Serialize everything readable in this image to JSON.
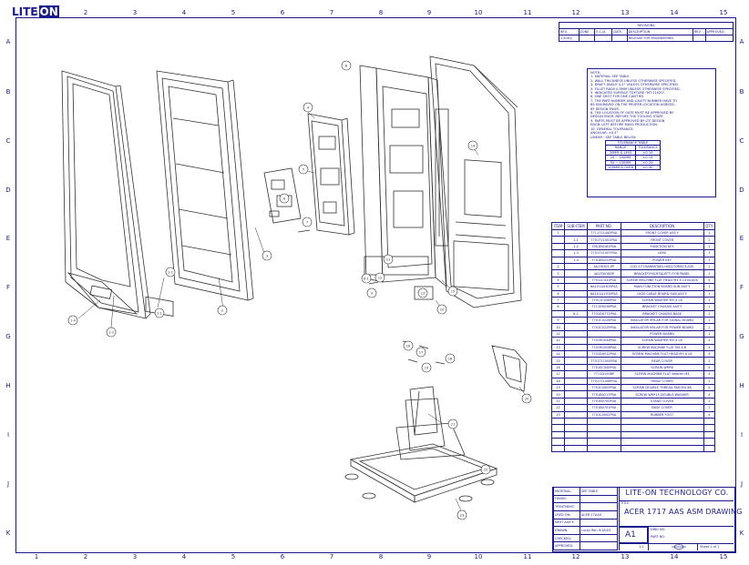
{
  "logo": {
    "text_a": "LITE",
    "text_b": "ON"
  },
  "grid": {
    "columns": [
      "1",
      "2",
      "3",
      "4",
      "5",
      "6",
      "7",
      "8",
      "9",
      "10",
      "11",
      "12",
      "13",
      "14",
      "15"
    ],
    "rows": [
      "A",
      "B",
      "C",
      "D",
      "E",
      "F",
      "G",
      "H",
      "I",
      "J",
      "K"
    ]
  },
  "revisions": {
    "heading": "REVISIONS",
    "headers": [
      "REV.",
      "ZONE",
      "E.C.N.",
      "DATE",
      "DESCRIPTION",
      "REV",
      "APPROVED"
    ],
    "row": [
      "",
      "",
      "",
      "",
      "RELEASE FOR ENGINEERING",
      "",
      ""
    ],
    "first_cell": "1 Entry"
  },
  "notes": {
    "lines": [
      "NOTE:",
      "1. MATERIAL SEE TABLE.",
      "2. WALL THICKNESS UNLESS OTHERWISE SPECIFIED.",
      "3. DRAFT ANGLE 0.5° UNLESS OTHERWISE SPECIFIED.",
      "4. FILLET RADII 0.5MM UNLESS OTHERWISE SPECIFIED.",
      "5. INDICATED SURFACE TEXTURE \"MT-11020\".",
      "6. ONE SHOT FOR ONE CAVITIES.",
      "7. THE PART NUMBER AND CAVITY NUMBER HAVE TO",
      "   BE ENGRAVED ON THE PROPER LOCATION AGREED.",
      "   BY DESIGN ENGR.",
      "8. THE LOCATION OF GATE MUST BE APPROVED BY",
      "   DESIGN ENGR. BEFORE THE TOOLING START.",
      "9. PARTS MUST BE APPROVED BY LTC DESIGN",
      "   ENGR. LEFT BEFORE MASS PRODUCTION.",
      "10. GENERAL TOLERANCE:",
      "   ANGULAR: ±0.5°",
      "   LINEAR : SEE TABLE BELOW"
    ],
    "tolerance": {
      "title": "TOLERANCE TABLE",
      "headers": [
        "RANGE",
        "TOLERANCE"
      ],
      "rows": [
        [
          "20MM & LESS",
          "±0.10"
        ],
        [
          "20 ~ 100MM",
          "±0.15"
        ],
        [
          "50 ~ 100MM",
          "±0.20"
        ],
        [
          "100MM & OVER",
          "±0.30"
        ]
      ]
    }
  },
  "parts": {
    "headers": [
      "ITEM",
      "SUB-ITEM",
      "PART NO.",
      "DESCRIPTION",
      "QTY"
    ],
    "rows": [
      [
        "1",
        "",
        "7711711400P0A",
        "FRONT COVER ASS'Y",
        "1"
      ],
      [
        "",
        "1.1",
        "7701711001P0A",
        "FRONT COVER",
        "1"
      ],
      [
        "",
        "1.2",
        "7901B0161P0A",
        "FUNCTION KEY",
        "1"
      ],
      [
        "",
        "1.3",
        "7701711007P0A",
        "LENS",
        "1"
      ],
      [
        "",
        "1.4",
        "7701B0223P0A",
        "POWER KEY",
        "1"
      ],
      [
        "2",
        "",
        "4A.H0301.0P",
        "LCD 17\"(HANNSTAR)-HSD170ME13-A00",
        "1"
      ],
      [
        "3",
        "",
        "4A1F00180P",
        "BRACKET(RIGHT&LEFT) FOR PANEL",
        "1"
      ],
      [
        "4",
        "",
        "77011C02LP0A",
        "SCREW MACHINE FLAT HEAD M3 X L4 BLACK",
        "4"
      ],
      [
        "5",
        "",
        "6A1U1A4300P0A",
        "MAIN FUNCTION BOARD SUB ASS'Y",
        "1"
      ],
      [
        "6",
        "",
        "6A1U1A1700P0A",
        "LVDS CABLE BOARD SUB ASS'Y",
        "1"
      ],
      [
        "7",
        "",
        "77011C05BP0A",
        "SCREW WASHER M3 X L6",
        "1"
      ],
      [
        "8",
        "",
        "7711D0038P0A",
        "BRACKET CHASSIS ASS'Y",
        "1"
      ],
      [
        "",
        "8.1",
        "7701D0771P0A",
        "BRACKET CHASSIS BASE",
        "1"
      ],
      [
        "9",
        "",
        "7701C0228P0A",
        "INSULATOR MYLAR FOR SIGNAL BOARD",
        "1"
      ],
      [
        "10",
        "",
        "7701C0229P0A",
        "INSULATOR MYLAR FOR POWER BOARD",
        "1"
      ],
      [
        "11",
        "",
        "",
        "POWER BOARD",
        "1"
      ],
      [
        "12",
        "",
        "77019G046P0A",
        "SCREW WASHER M3 X L6",
        "2"
      ],
      [
        "13",
        "",
        "77019G008P0A",
        "SCREW MACHINE FLAT M4 X 6",
        "4"
      ],
      [
        "14",
        "",
        "7701D0012P0A",
        "SCREW MACHINE FLAT HEAD M3 X L6",
        "4"
      ],
      [
        "15",
        "",
        "7701711005P0A",
        "REAR COVER",
        "1"
      ],
      [
        "16",
        "",
        "77010C000P0A",
        "SCREW WM*6",
        "4"
      ],
      [
        "17",
        "",
        "7711D1006P",
        "SCREW MACHINE FLAT Washer M4",
        "4"
      ],
      [
        "18",
        "",
        "7701711006P0A",
        "HINGE COVER",
        "1"
      ],
      [
        "19",
        "",
        "7701C0003P0A",
        "SCREW DOUBLE THREAD PAN M4 X8",
        "4"
      ],
      [
        "20",
        "",
        "7701B0217P0A",
        "SCREW WM*15 DOUBLE WASHER",
        "4"
      ],
      [
        "21",
        "",
        "7701B0700P0A",
        "STAND COVER",
        "1"
      ],
      [
        "22",
        "",
        "7701B0701P0A",
        "BASE COVER",
        "1"
      ],
      [
        "23",
        "",
        "7701C0002P0A",
        "RUBBER FOOT",
        "4"
      ]
    ]
  },
  "title_block": {
    "left_rows": [
      [
        "MATERIAL:",
        "SEE TABLE"
      ],
      [
        "FINISH:",
        ""
      ],
      [
        "TREATMENT:",
        ""
      ],
      [
        "USED ON:",
        "ACER 17AAS"
      ],
      [
        "NEXT ASS'Y:",
        ""
      ],
      [
        "DRAWN:",
        "Lucky Ren  9/18/03"
      ],
      [
        "CHECKED:",
        ""
      ],
      [
        "APPROVED:",
        ""
      ]
    ],
    "company": "LITE-ON TECHNOLOGY CO.",
    "title_label": "TITLE",
    "title": "ACER 1717 AAS ASM DRAWING",
    "size": "A1",
    "dwg_no_label": "DWG NO.",
    "part_no_label": "PART NO.",
    "scale": "1:1",
    "sheet": "Sheet 1 of 1"
  },
  "callouts": [
    "1-4",
    "1-3",
    "1-1",
    "1-2",
    "2",
    "3",
    "4",
    "5",
    "6",
    "7",
    "8",
    "8-1",
    "9",
    "10",
    "11",
    "12",
    "13",
    "14",
    "15",
    "16",
    "17",
    "18",
    "19",
    "20",
    "21",
    "22",
    "23"
  ]
}
